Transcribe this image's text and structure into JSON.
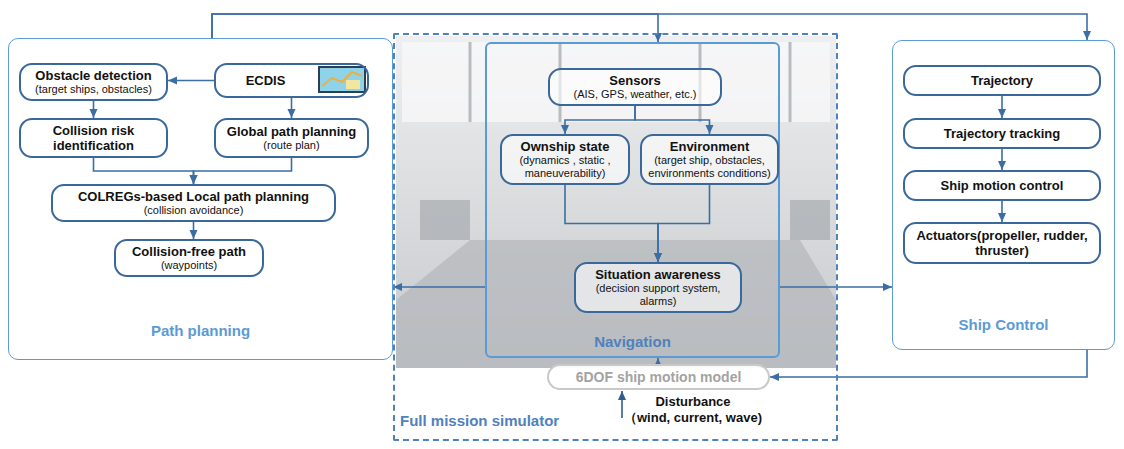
{
  "diagram": {
    "nodes": [
      {
        "text": [
          "Path planning"
        ]
      },
      {
        "text": [
          "Obstacle detection",
          "(target ships, obstacles)"
        ],
        "in": 0
      },
      {
        "text": [
          "ECDIS"
        ],
        "in": 0
      },
      {
        "text": [
          "Collision risk identification"
        ],
        "in": 0
      },
      {
        "text": [
          "Global path planning",
          "(route plan)"
        ],
        "in": 0
      },
      {
        "text": [
          "COLREGs-based Local path planning",
          "(collision avoidance)"
        ],
        "in": 0
      },
      {
        "text": [
          "Collision-free path",
          "(waypoints)"
        ],
        "in": 0
      },
      {
        "text": [
          "Full mission simulator"
        ]
      },
      {
        "text": [
          "Navigation"
        ],
        "in": 7
      },
      {
        "text": [
          "Sensors",
          "(AIS, GPS, weather, etc.)"
        ],
        "in": 8
      },
      {
        "text": [
          "Ownship state",
          "(dynamics , static , maneuverability)"
        ],
        "in": 8
      },
      {
        "text": [
          "Environment",
          "(target ship, obstacles, environments conditions)"
        ],
        "in": 8
      },
      {
        "text": [
          "Situation awareness",
          "(decision support system, alarms)"
        ],
        "in": 8
      },
      {
        "text": [
          "6DOF ship motion model"
        ],
        "in": 7
      },
      {
        "text": [
          "Ship Control"
        ]
      },
      {
        "text": [
          "Trajectory"
        ],
        "in": 14
      },
      {
        "text": [
          "Trajectory tracking"
        ],
        "in": 14
      },
      {
        "text": [
          "Ship motion control"
        ],
        "in": 14
      },
      {
        "text": [
          "Actuators(propeller, rudder, thruster)"
        ],
        "in": 14
      }
    ],
    "edges": [
      {
        "from": 2,
        "to": 1,
        "arrow": "to"
      },
      {
        "from": 2,
        "to": 4,
        "arrow": "to"
      },
      {
        "from": 1,
        "to": 3,
        "arrow": "to"
      },
      {
        "from": 3,
        "to": 5,
        "arrow": "to"
      },
      {
        "from": 4,
        "to": 5,
        "arrow": "to"
      },
      {
        "from": 5,
        "to": 6,
        "arrow": "to"
      },
      {
        "from": 0,
        "to": 8,
        "arrow": "to"
      },
      {
        "from": 0,
        "to": 14,
        "arrow": "to"
      },
      {
        "from": 9,
        "to": 10,
        "arrow": "to"
      },
      {
        "from": 9,
        "to": 11,
        "arrow": "to"
      },
      {
        "from": 10,
        "to": 12,
        "arrow": "to"
      },
      {
        "from": 11,
        "to": 12,
        "arrow": "to"
      },
      {
        "from": 8,
        "to": 0,
        "arrow": "to"
      },
      {
        "from": 8,
        "to": 14,
        "arrow": "to"
      },
      {
        "from": 15,
        "to": 16,
        "arrow": "to"
      },
      {
        "from": 16,
        "to": 17,
        "arrow": "to"
      },
      {
        "from": 17,
        "to": 18,
        "arrow": "to"
      },
      {
        "from": 14,
        "to": 13,
        "arrow": "to"
      },
      {
        "from": 13,
        "to": 8,
        "arrow": "to"
      }
    ],
    "labels": [
      "Disturbance",
      "（wind, current, wave)"
    ]
  }
}
